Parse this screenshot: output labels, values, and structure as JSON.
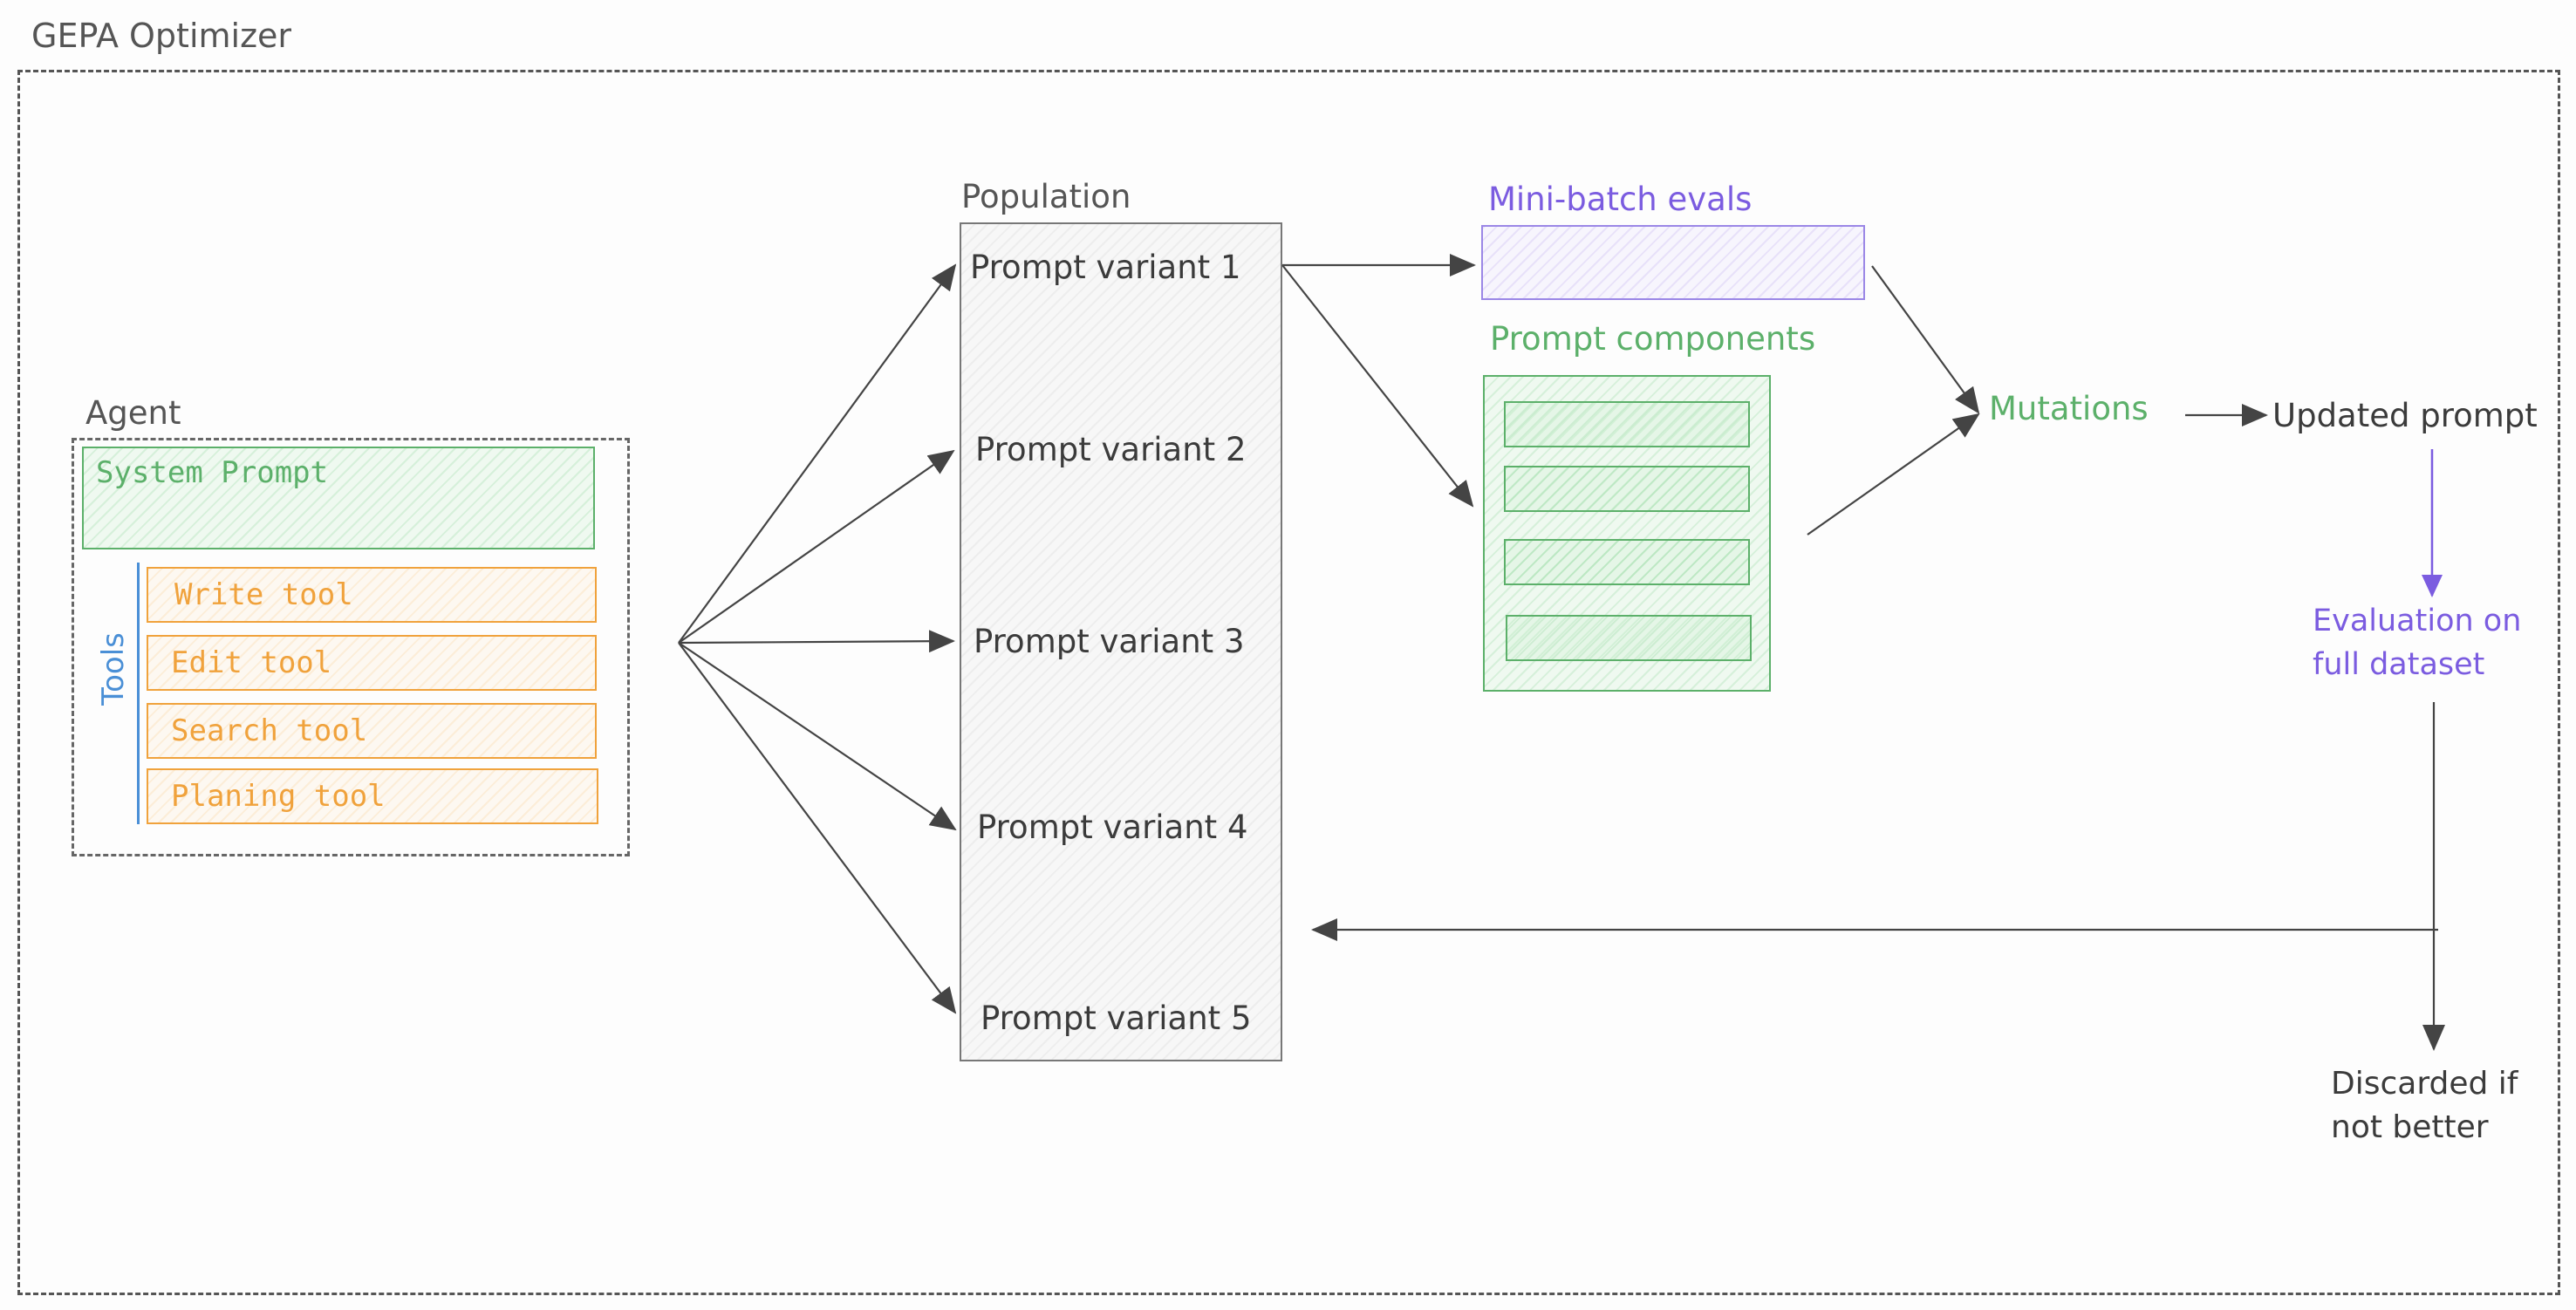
{
  "title": "GEPA Optimizer",
  "agent": {
    "label": "Agent",
    "system_prompt": "System Prompt",
    "tools_label": "Tools",
    "tools": [
      "Write tool",
      "Edit tool",
      "Search tool",
      "Planing tool"
    ]
  },
  "population": {
    "label": "Population",
    "variants": [
      "Prompt variant 1",
      "Prompt variant 2",
      "Prompt variant 3",
      "Prompt variant 4",
      "Prompt variant 5"
    ]
  },
  "mini_batch": {
    "label": "Mini-batch evals"
  },
  "components": {
    "label": "Prompt components"
  },
  "mutations": {
    "label": "Mutations"
  },
  "updated_prompt": {
    "label": "Updated prompt"
  },
  "evaluation": {
    "line1": "Evaluation on",
    "line2": "full dataset"
  },
  "discarded": {
    "line1": "Discarded if",
    "line2": "not better"
  },
  "colors": {
    "green": "#5cb06a",
    "orange": "#f0a23c",
    "purple": "#7b5ce0",
    "blue": "#4a8fd6",
    "text": "#3b3b3b",
    "dash": "#555555"
  }
}
